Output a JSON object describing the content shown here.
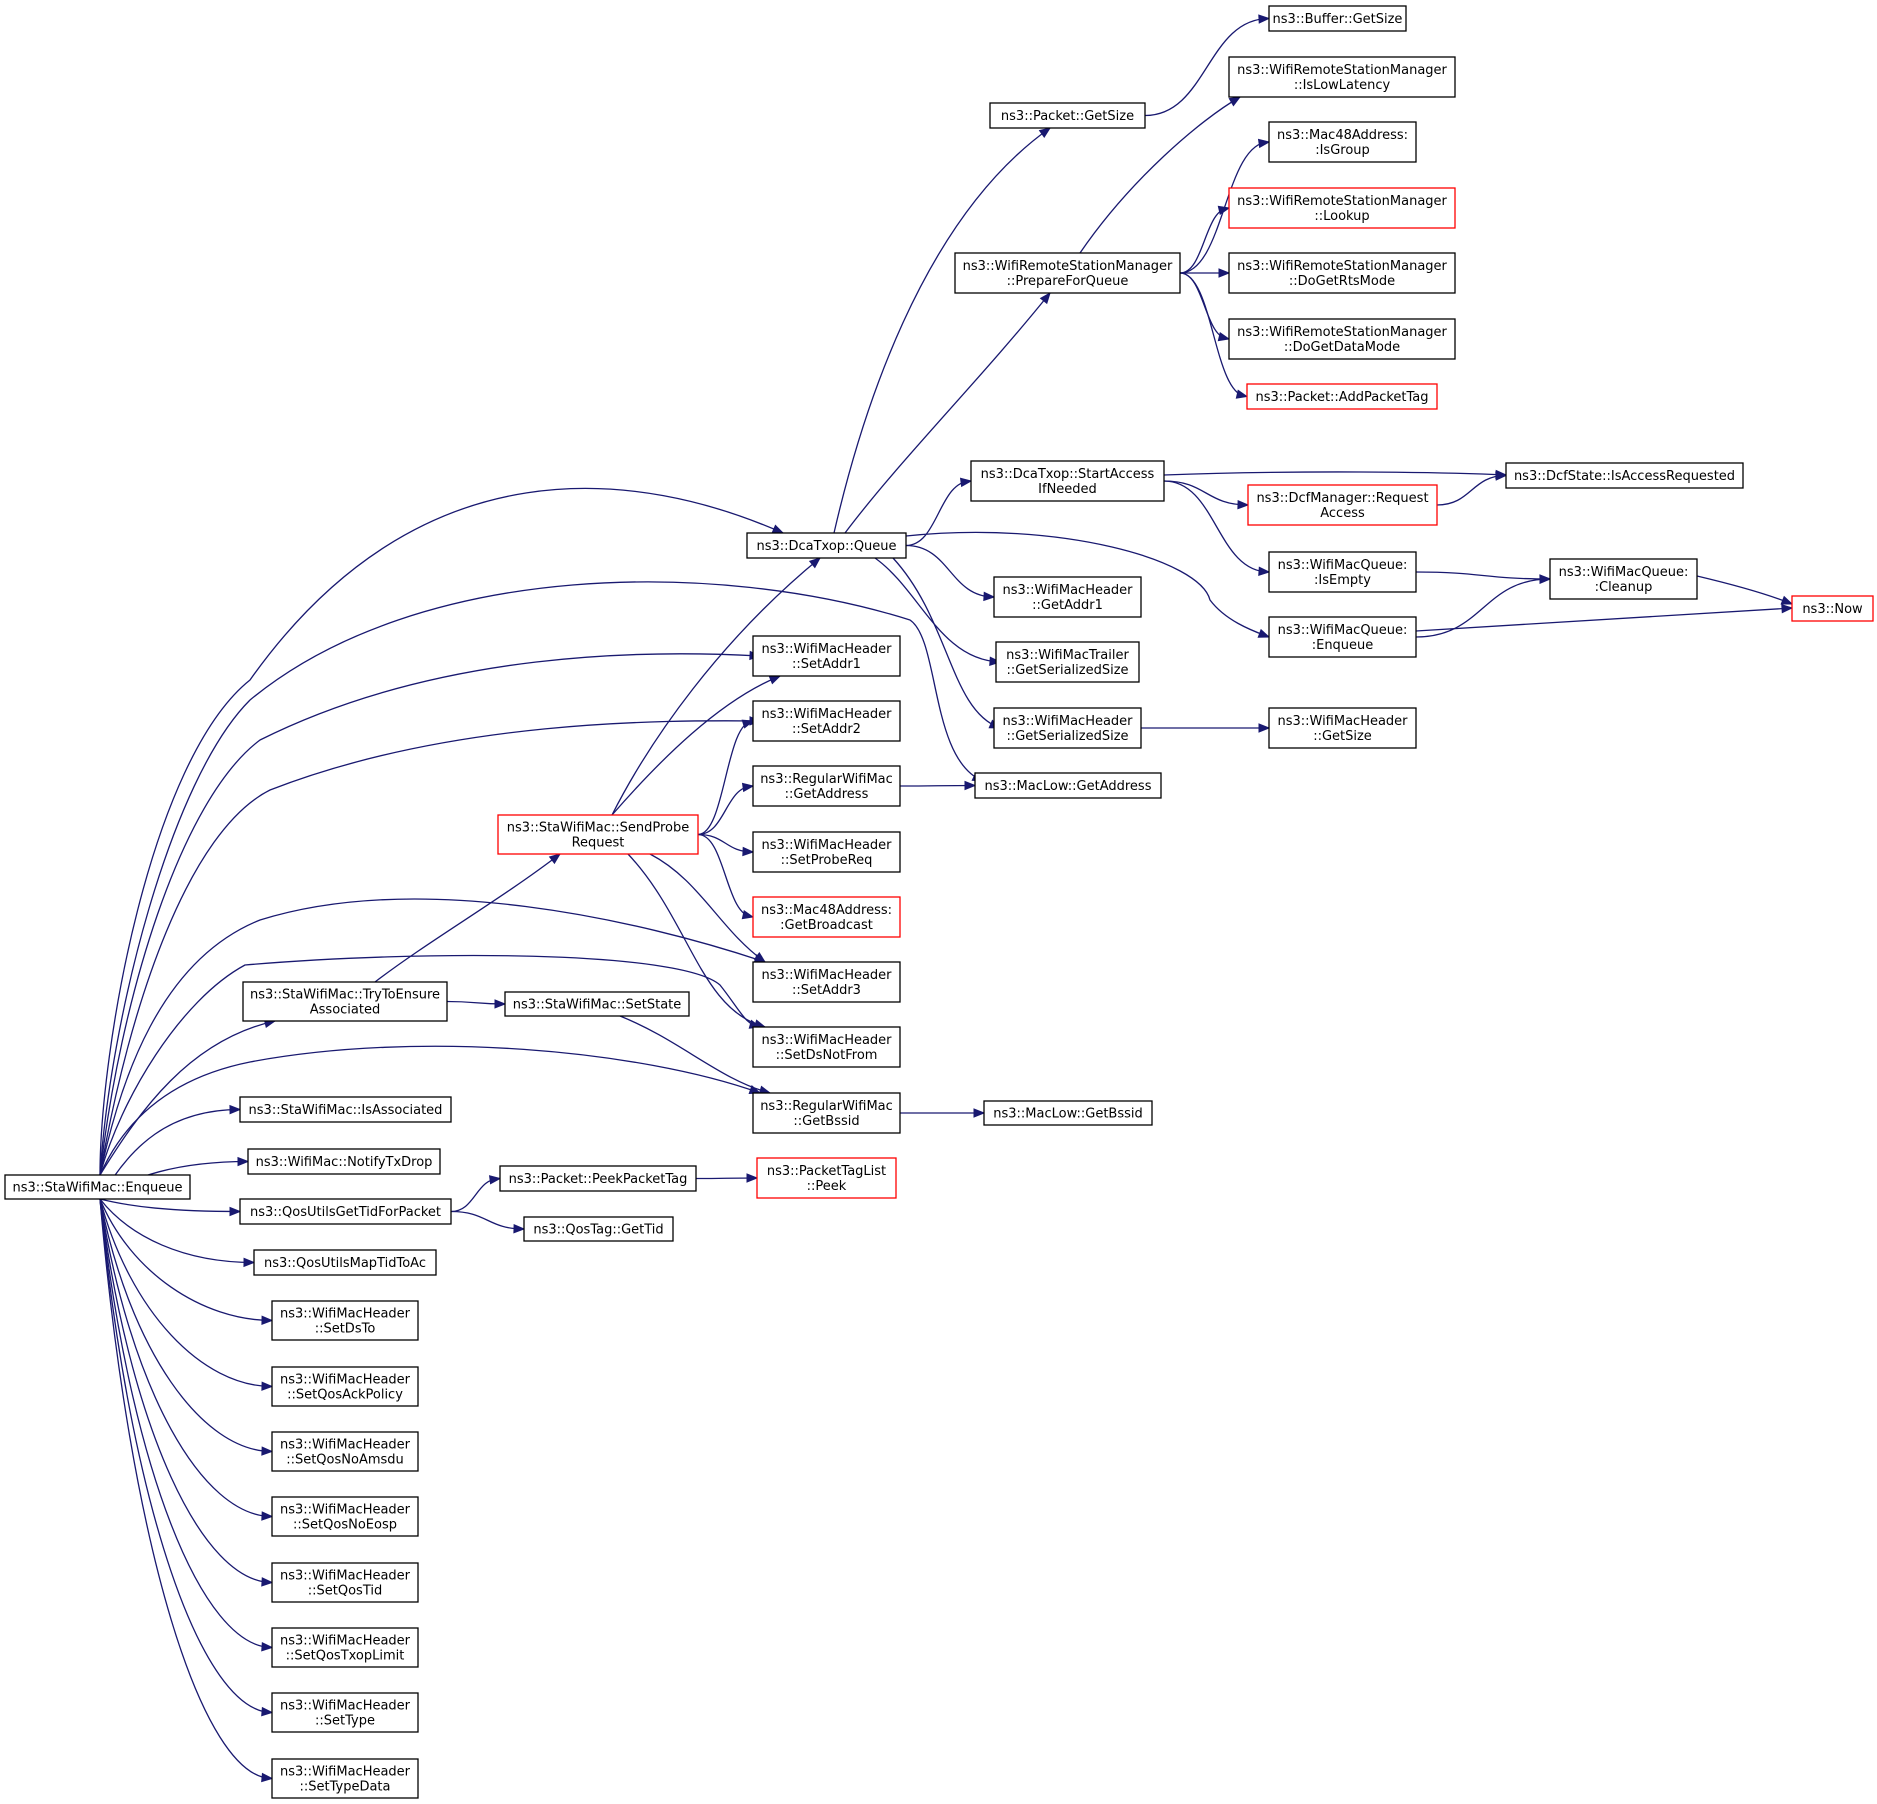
{
  "graph": {
    "colors": {
      "edge": "#191970",
      "node_border": "#000000",
      "node_border_truncated": "#ff0000",
      "root_fill": "#bfbfbf",
      "background": "#ffffff"
    },
    "nodes": [
      {
        "id": "enqueue",
        "lines": [
          "ns3::StaWifiMac::Enqueue"
        ],
        "style": "root"
      },
      {
        "id": "dcatxop_queue",
        "lines": [
          "ns3::DcaTxop::Queue"
        ],
        "style": "normal"
      },
      {
        "id": "trytoensure",
        "lines": [
          "ns3::StaWifiMac::TryToEnsure",
          "Associated"
        ],
        "style": "normal"
      },
      {
        "id": "isassociated",
        "lines": [
          "ns3::StaWifiMac::IsAssociated"
        ],
        "style": "normal"
      },
      {
        "id": "notifytxdrop",
        "lines": [
          "ns3::WifiMac::NotifyTxDrop"
        ],
        "style": "normal"
      },
      {
        "id": "qosgettid",
        "lines": [
          "ns3::QosUtilsGetTidForPacket"
        ],
        "style": "normal"
      },
      {
        "id": "qosmaptid",
        "lines": [
          "ns3::QosUtilsMapTidToAc"
        ],
        "style": "normal"
      },
      {
        "id": "setdsto",
        "lines": [
          "ns3::WifiMacHeader",
          "::SetDsTo"
        ],
        "style": "normal"
      },
      {
        "id": "setqosack",
        "lines": [
          "ns3::WifiMacHeader",
          "::SetQosAckPolicy"
        ],
        "style": "normal"
      },
      {
        "id": "setqosnoamsdu",
        "lines": [
          "ns3::WifiMacHeader",
          "::SetQosNoAmsdu"
        ],
        "style": "normal"
      },
      {
        "id": "setqosnoeosp",
        "lines": [
          "ns3::WifiMacHeader",
          "::SetQosNoEosp"
        ],
        "style": "normal"
      },
      {
        "id": "setqostid",
        "lines": [
          "ns3::WifiMacHeader",
          "::SetQosTid"
        ],
        "style": "normal"
      },
      {
        "id": "setqostxop",
        "lines": [
          "ns3::WifiMacHeader",
          "::SetQosTxopLimit"
        ],
        "style": "normal"
      },
      {
        "id": "settype",
        "lines": [
          "ns3::WifiMacHeader",
          "::SetType"
        ],
        "style": "normal"
      },
      {
        "id": "settypedata",
        "lines": [
          "ns3::WifiMacHeader",
          "::SetTypeData"
        ],
        "style": "normal"
      },
      {
        "id": "sendprobe",
        "lines": [
          "ns3::StaWifiMac::SendProbe",
          "Request"
        ],
        "style": "truncated"
      },
      {
        "id": "setstate",
        "lines": [
          "ns3::StaWifiMac::SetState"
        ],
        "style": "normal"
      },
      {
        "id": "peekpackettag",
        "lines": [
          "ns3::Packet::PeekPacketTag"
        ],
        "style": "normal"
      },
      {
        "id": "qostag_gettid",
        "lines": [
          "ns3::QosTag::GetTid"
        ],
        "style": "normal"
      },
      {
        "id": "setaddr1",
        "lines": [
          "ns3::WifiMacHeader",
          "::SetAddr1"
        ],
        "style": "normal"
      },
      {
        "id": "setaddr2",
        "lines": [
          "ns3::WifiMacHeader",
          "::SetAddr2"
        ],
        "style": "normal"
      },
      {
        "id": "regular_getaddress",
        "lines": [
          "ns3::RegularWifiMac",
          "::GetAddress"
        ],
        "style": "normal"
      },
      {
        "id": "setprobereq",
        "lines": [
          "ns3::WifiMacHeader",
          "::SetProbeReq"
        ],
        "style": "normal"
      },
      {
        "id": "getbroadcast",
        "lines": [
          "ns3::Mac48Address:",
          ":GetBroadcast"
        ],
        "style": "truncated"
      },
      {
        "id": "setaddr3",
        "lines": [
          "ns3::WifiMacHeader",
          "::SetAddr3"
        ],
        "style": "normal"
      },
      {
        "id": "setdsnotfrom",
        "lines": [
          "ns3::WifiMacHeader",
          "::SetDsNotFrom"
        ],
        "style": "normal"
      },
      {
        "id": "regular_getbssid",
        "lines": [
          "ns3::RegularWifiMac",
          "::GetBssid"
        ],
        "style": "normal"
      },
      {
        "id": "packettaglist_peek",
        "lines": [
          "ns3::PacketTagList",
          "::Peek"
        ],
        "style": "truncated"
      },
      {
        "id": "packet_getsize",
        "lines": [
          "ns3::Packet::GetSize"
        ],
        "style": "normal"
      },
      {
        "id": "prepareforqueue",
        "lines": [
          "ns3::WifiRemoteStationManager",
          "::PrepareForQueue"
        ],
        "style": "normal"
      },
      {
        "id": "startaccess",
        "lines": [
          "ns3::DcaTxop::StartAccess",
          "IfNeeded"
        ],
        "style": "normal"
      },
      {
        "id": "getaddr1",
        "lines": [
          "ns3::WifiMacHeader",
          "::GetAddr1"
        ],
        "style": "normal"
      },
      {
        "id": "trailer_getsersize",
        "lines": [
          "ns3::WifiMacTrailer",
          "::GetSerializedSize"
        ],
        "style": "normal"
      },
      {
        "id": "header_getsersize",
        "lines": [
          "ns3::WifiMacHeader",
          "::GetSerializedSize"
        ],
        "style": "normal"
      },
      {
        "id": "maclow_getaddress",
        "lines": [
          "ns3::MacLow::GetAddress"
        ],
        "style": "normal"
      },
      {
        "id": "maclow_getbssid",
        "lines": [
          "ns3::MacLow::GetBssid"
        ],
        "style": "normal"
      },
      {
        "id": "buffer_getsize",
        "lines": [
          "ns3::Buffer::GetSize"
        ],
        "style": "normal"
      },
      {
        "id": "islowlatency",
        "lines": [
          "ns3::WifiRemoteStationManager",
          "::IsLowLatency"
        ],
        "style": "normal"
      },
      {
        "id": "isgroup",
        "lines": [
          "ns3::Mac48Address:",
          ":IsGroup"
        ],
        "style": "normal"
      },
      {
        "id": "lookup",
        "lines": [
          "ns3::WifiRemoteStationManager",
          "::Lookup"
        ],
        "style": "truncated"
      },
      {
        "id": "dogetrtsmode",
        "lines": [
          "ns3::WifiRemoteStationManager",
          "::DoGetRtsMode"
        ],
        "style": "normal"
      },
      {
        "id": "dogetdatamode",
        "lines": [
          "ns3::WifiRemoteStationManager",
          "::DoGetDataMode"
        ],
        "style": "normal"
      },
      {
        "id": "addpackettag",
        "lines": [
          "ns3::Packet::AddPacketTag"
        ],
        "style": "truncated"
      },
      {
        "id": "isaccessrequested",
        "lines": [
          "ns3::DcfState::IsAccessRequested"
        ],
        "style": "normal"
      },
      {
        "id": "dcfrequest",
        "lines": [
          "ns3::DcfManager::Request",
          "Access"
        ],
        "style": "truncated"
      },
      {
        "id": "queue_isempty",
        "lines": [
          "ns3::WifiMacQueue:",
          ":IsEmpty"
        ],
        "style": "normal"
      },
      {
        "id": "queue_enqueue",
        "lines": [
          "ns3::WifiMacQueue:",
          ":Enqueue"
        ],
        "style": "normal"
      },
      {
        "id": "queue_cleanup",
        "lines": [
          "ns3::WifiMacQueue:",
          ":Cleanup"
        ],
        "style": "normal"
      },
      {
        "id": "now",
        "lines": [
          "ns3::Now"
        ],
        "style": "truncated"
      },
      {
        "id": "header_getsize",
        "lines": [
          "ns3::WifiMacHeader",
          "::GetSize"
        ],
        "style": "normal"
      }
    ],
    "edges": [
      [
        "enqueue",
        "dcatxop_queue"
      ],
      [
        "enqueue",
        "maclow_getaddress"
      ],
      [
        "enqueue",
        "setaddr1"
      ],
      [
        "enqueue",
        "setaddr2"
      ],
      [
        "enqueue",
        "setaddr3"
      ],
      [
        "enqueue",
        "setdsnotfrom"
      ],
      [
        "enqueue",
        "regular_getbssid"
      ],
      [
        "enqueue",
        "trytoensure"
      ],
      [
        "enqueue",
        "isassociated"
      ],
      [
        "enqueue",
        "notifytxdrop"
      ],
      [
        "enqueue",
        "qosgettid"
      ],
      [
        "enqueue",
        "qosmaptid"
      ],
      [
        "enqueue",
        "setdsto"
      ],
      [
        "enqueue",
        "setqosack"
      ],
      [
        "enqueue",
        "setqosnoamsdu"
      ],
      [
        "enqueue",
        "setqosnoeosp"
      ],
      [
        "enqueue",
        "setqostid"
      ],
      [
        "enqueue",
        "setqostxop"
      ],
      [
        "enqueue",
        "settype"
      ],
      [
        "enqueue",
        "settypedata"
      ],
      [
        "trytoensure",
        "sendprobe"
      ],
      [
        "trytoensure",
        "setstate"
      ],
      [
        "setstate",
        "regular_getbssid"
      ],
      [
        "qosgettid",
        "peekpackettag"
      ],
      [
        "qosgettid",
        "qostag_gettid"
      ],
      [
        "peekpackettag",
        "packettaglist_peek"
      ],
      [
        "sendprobe",
        "dcatxop_queue"
      ],
      [
        "sendprobe",
        "setaddr1"
      ],
      [
        "sendprobe",
        "setaddr2"
      ],
      [
        "sendprobe",
        "regular_getaddress"
      ],
      [
        "sendprobe",
        "setprobereq"
      ],
      [
        "sendprobe",
        "getbroadcast"
      ],
      [
        "sendprobe",
        "setaddr3"
      ],
      [
        "sendprobe",
        "setdsnotfrom"
      ],
      [
        "regular_getaddress",
        "maclow_getaddress"
      ],
      [
        "regular_getbssid",
        "maclow_getbssid"
      ],
      [
        "dcatxop_queue",
        "packet_getsize"
      ],
      [
        "dcatxop_queue",
        "prepareforqueue"
      ],
      [
        "dcatxop_queue",
        "startaccess"
      ],
      [
        "dcatxop_queue",
        "getaddr1"
      ],
      [
        "dcatxop_queue",
        "trailer_getsersize"
      ],
      [
        "dcatxop_queue",
        "header_getsersize"
      ],
      [
        "dcatxop_queue",
        "queue_enqueue"
      ],
      [
        "packet_getsize",
        "buffer_getsize"
      ],
      [
        "prepareforqueue",
        "islowlatency"
      ],
      [
        "prepareforqueue",
        "isgroup"
      ],
      [
        "prepareforqueue",
        "lookup"
      ],
      [
        "prepareforqueue",
        "dogetrtsmode"
      ],
      [
        "prepareforqueue",
        "dogetdatamode"
      ],
      [
        "prepareforqueue",
        "addpackettag"
      ],
      [
        "startaccess",
        "isaccessrequested"
      ],
      [
        "startaccess",
        "dcfrequest"
      ],
      [
        "startaccess",
        "queue_isempty"
      ],
      [
        "dcfrequest",
        "isaccessrequested"
      ],
      [
        "queue_isempty",
        "queue_cleanup"
      ],
      [
        "queue_enqueue",
        "queue_cleanup"
      ],
      [
        "queue_enqueue",
        "now"
      ],
      [
        "queue_cleanup",
        "now"
      ],
      [
        "header_getsersize",
        "header_getsize"
      ]
    ]
  }
}
